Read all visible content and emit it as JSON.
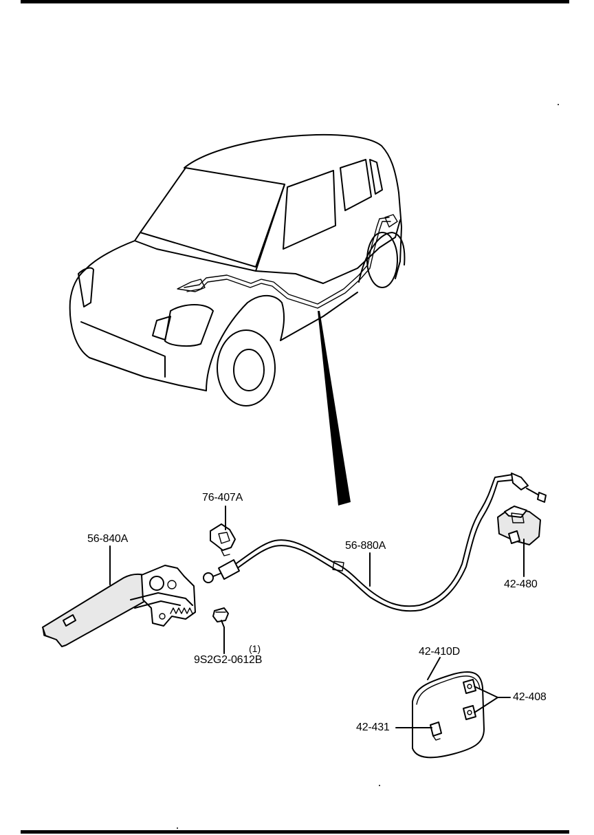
{
  "parts": {
    "bracket_clip": "76-407A",
    "release_lever": "56-840A",
    "release_cable": "56-880A",
    "latch_unit": "42-480",
    "bolt": "9S2G2-0612B",
    "bolt_qty": "(1)",
    "fuel_lid": "42-410D",
    "lid_bumper": "42-408",
    "lid_spring": "42-431"
  }
}
